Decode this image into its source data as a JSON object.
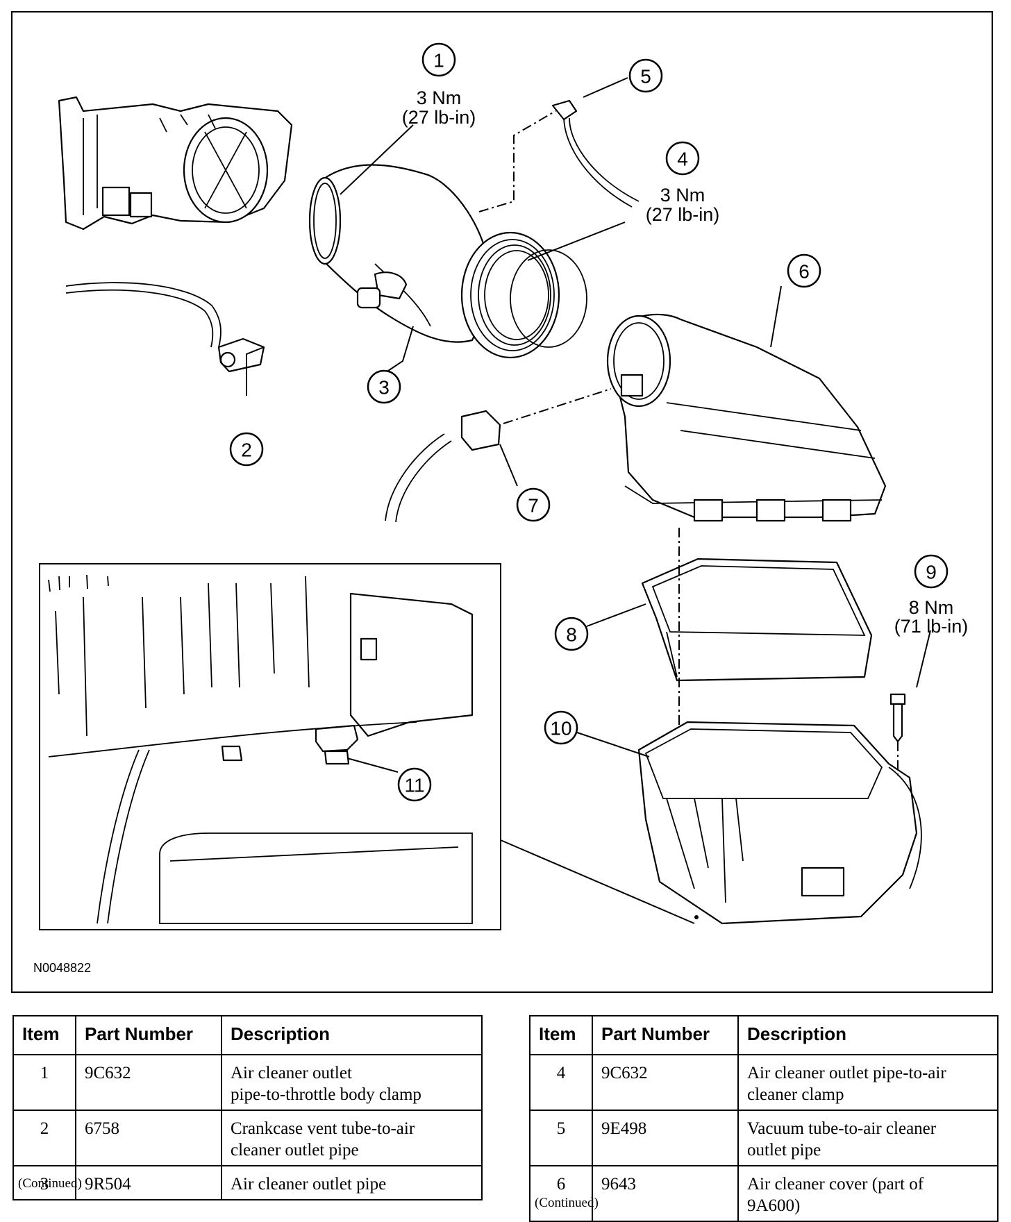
{
  "figure": {
    "id": "N0048822",
    "callouts": [
      {
        "num": "1",
        "torque_nm": "3 Nm",
        "torque_lb": "(27 lb-in)"
      },
      {
        "num": "2"
      },
      {
        "num": "3"
      },
      {
        "num": "4",
        "torque_nm": "3 Nm",
        "torque_lb": "(27 lb-in)"
      },
      {
        "num": "5"
      },
      {
        "num": "6"
      },
      {
        "num": "7"
      },
      {
        "num": "8"
      },
      {
        "num": "9",
        "torque_nm": "8 Nm",
        "torque_lb": "(71 lb-in)"
      },
      {
        "num": "10"
      },
      {
        "num": "11"
      }
    ]
  },
  "tables": [
    {
      "headers": [
        "Item",
        "Part Number",
        "Description"
      ],
      "rows": [
        {
          "item": "1",
          "part": "9C632",
          "desc_lines": [
            "Air cleaner outlet",
            "pipe-to-throttle body clamp"
          ]
        },
        {
          "item": "2",
          "part": "6758",
          "desc_lines": [
            "Crankcase vent tube-to-air",
            "cleaner outlet pipe"
          ]
        },
        {
          "item": "3",
          "part": "9R504",
          "desc_lines": [
            "Air cleaner outlet pipe"
          ]
        }
      ],
      "continued": "(Continued)"
    },
    {
      "headers": [
        "Item",
        "Part Number",
        "Description"
      ],
      "rows": [
        {
          "item": "4",
          "part": "9C632",
          "desc_lines": [
            "Air cleaner outlet pipe-to-air",
            "cleaner clamp"
          ]
        },
        {
          "item": "5",
          "part": "9E498",
          "desc_lines": [
            "Vacuum tube-to-air cleaner",
            "outlet pipe"
          ]
        },
        {
          "item": "6",
          "part": "9643",
          "desc_lines": [
            "Air cleaner cover (part of",
            "9A600)"
          ]
        }
      ],
      "continued": "(Continued)"
    }
  ]
}
